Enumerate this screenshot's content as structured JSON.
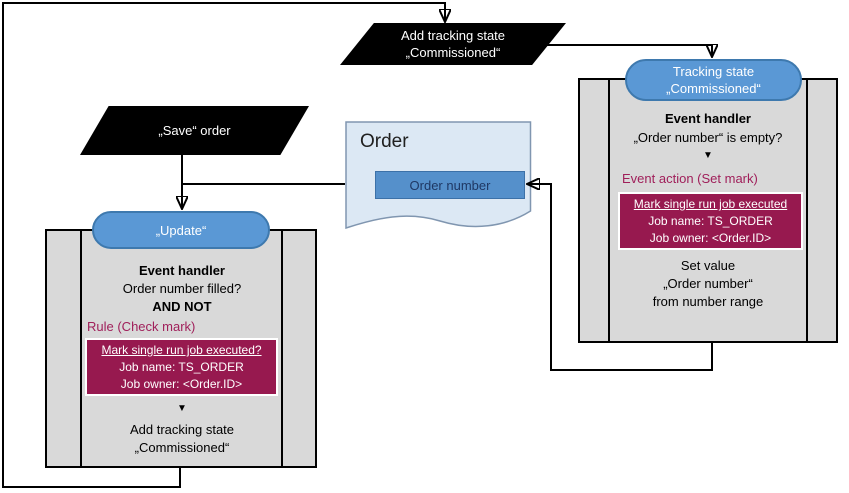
{
  "colors": {
    "container_gray": "#d9d9d9",
    "capsule_blue": "#5a98d5",
    "capsule_border_blue": "#3e79ae",
    "maroon_box": "#97194f",
    "maroon_header_text": "#a01f5a",
    "document_fill": "#dce8f4",
    "field_blue": "#5590cb",
    "field_text_navy": "#1f3864",
    "shape_black": "#000000"
  },
  "flow": {
    "add_tracking_io": {
      "line1": "Add tracking state",
      "line2": "„Commissioned“"
    },
    "save_io": {
      "label": "„Save“ order"
    }
  },
  "order_doc": {
    "title": "Order",
    "field_label": "Order number"
  },
  "tracking_panel": {
    "capsule_line1": "Tracking state",
    "capsule_line2": "„Commissioned“",
    "handler_title": "Event handler",
    "handler_condition": "„Order number“ is empty?",
    "down_arrow": "▼",
    "action_header": "Event action (Set mark)",
    "mark_box": {
      "title": "Mark single run job executed",
      "job_name": "Job name: TS_ORDER",
      "job_owner": "Job owner: <Order.ID>"
    },
    "result_line1": "Set value",
    "result_line2": "„Order number“",
    "result_line3": "from number range"
  },
  "update_panel": {
    "capsule_label": "„Update“",
    "handler_title": "Event handler",
    "handler_condition": "Order number filled?",
    "handler_operator": "AND NOT",
    "rule_header": "Rule (Check mark)",
    "mark_box": {
      "title": "Mark single run job executed?",
      "job_name": "Job name: TS_ORDER",
      "job_owner": "Job owner: <Order.ID>"
    },
    "down_arrow": "▼",
    "result_line1": "Add tracking state",
    "result_line2": "„Commissioned“"
  }
}
